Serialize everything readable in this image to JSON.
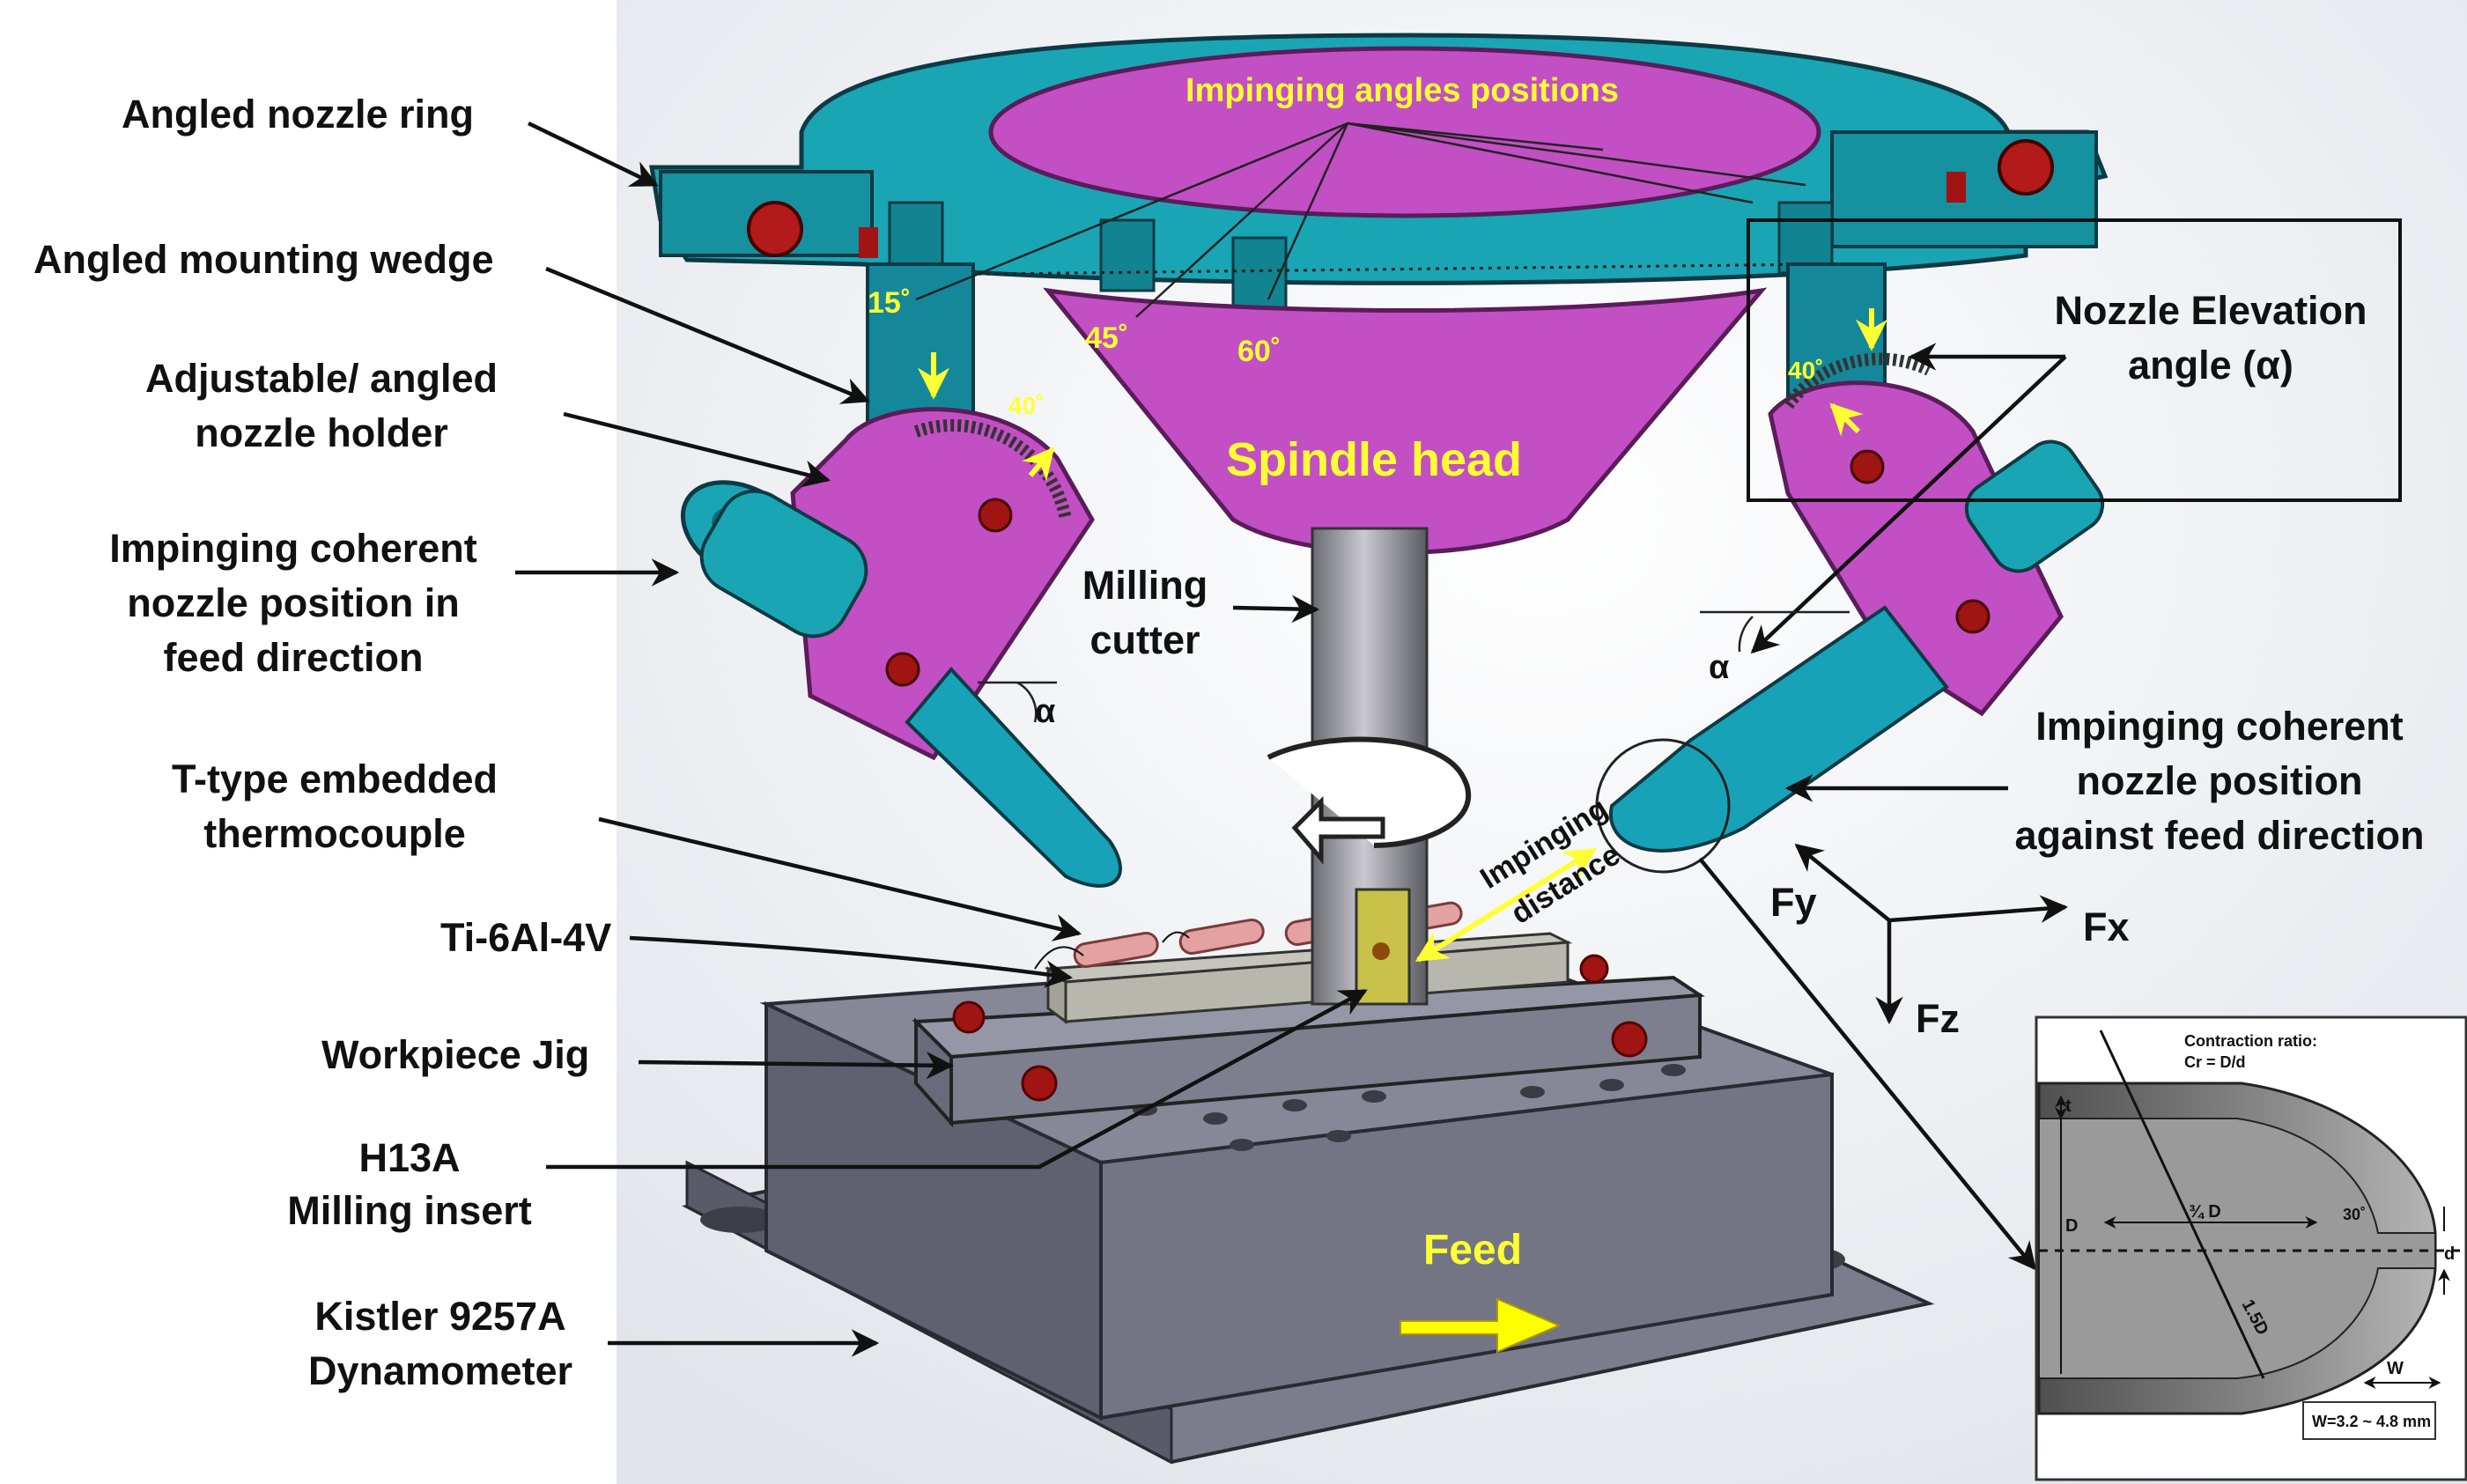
{
  "labels": {
    "angled_nozzle_ring": "Angled nozzle ring",
    "angled_mounting_wedge": "Angled mounting wedge",
    "adjustable_holder_1": "Adjustable/ angled",
    "adjustable_holder_2": "nozzle holder",
    "feed_nozzle_1": "Impinging coherent",
    "feed_nozzle_2": "nozzle position in",
    "feed_nozzle_3": "feed direction",
    "thermocouple_1": "T-type embedded",
    "thermocouple_2": "thermocouple",
    "workpiece_material": "Ti-6Al-4V",
    "workpiece_jig": "Workpiece Jig",
    "insert_1": "H13A",
    "insert_2": "Milling insert",
    "dynamometer_1": "Kistler 9257A",
    "dynamometer_2": "Dynamometer",
    "milling_cutter_1": "Milling",
    "milling_cutter_2": "cutter",
    "spindle_head": "Spindle head",
    "impinging_angles": "Impinging angles positions",
    "elevation_1": "Nozzle Elevation",
    "elevation_2": "angle (α)",
    "against_feed_1": "Impinging coherent",
    "against_feed_2": "nozzle position",
    "against_feed_3": "against feed direction",
    "impinging_distance_1": "Impinging",
    "impinging_distance_2": "distance",
    "feed": "Feed",
    "alpha": "α",
    "angle_15": "15˚",
    "angle_45": "45˚",
    "angle_60": "60˚",
    "angle_40": "40˚"
  },
  "forces": {
    "fx": "Fx",
    "fy": "Fy",
    "fz": "Fz"
  },
  "inset": {
    "title": "Contraction ratio:",
    "formula": "Cr = D/d",
    "t": "t",
    "D": "D",
    "d": "d",
    "threequarter_D": "¾ D",
    "angle": "30˚",
    "len": "1.5D",
    "W": "W",
    "w_range": "W=3.2 ~ 4.8 mm"
  },
  "colors": {
    "teal": "#17a2b8",
    "magenta": "#c84fc8",
    "steel": "#6d6e7d",
    "yellow_text": "#ffff33",
    "bolt_red": "#a01414"
  }
}
